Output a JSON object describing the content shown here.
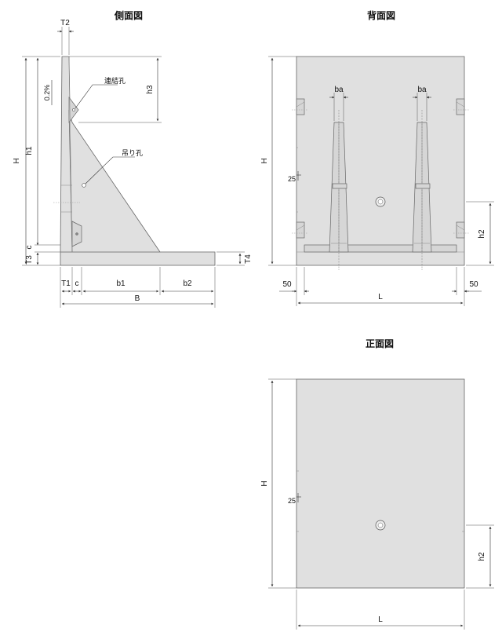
{
  "views": {
    "side": "側面図",
    "back": "背面図",
    "front": "正面図"
  },
  "labels": {
    "T2": "T2",
    "H": "H",
    "h1": "h1",
    "h3": "h3",
    "slope": "0.2%",
    "renketsu": "連結孔",
    "tsuri": "吊り孔",
    "T3": "T3",
    "c": "c",
    "T4": "T4",
    "T1": "T1",
    "b1": "b1",
    "b2": "b2",
    "B": "B",
    "ba": "ba",
    "val25": "25",
    "h2": "h2",
    "val50": "50",
    "L": "L"
  }
}
